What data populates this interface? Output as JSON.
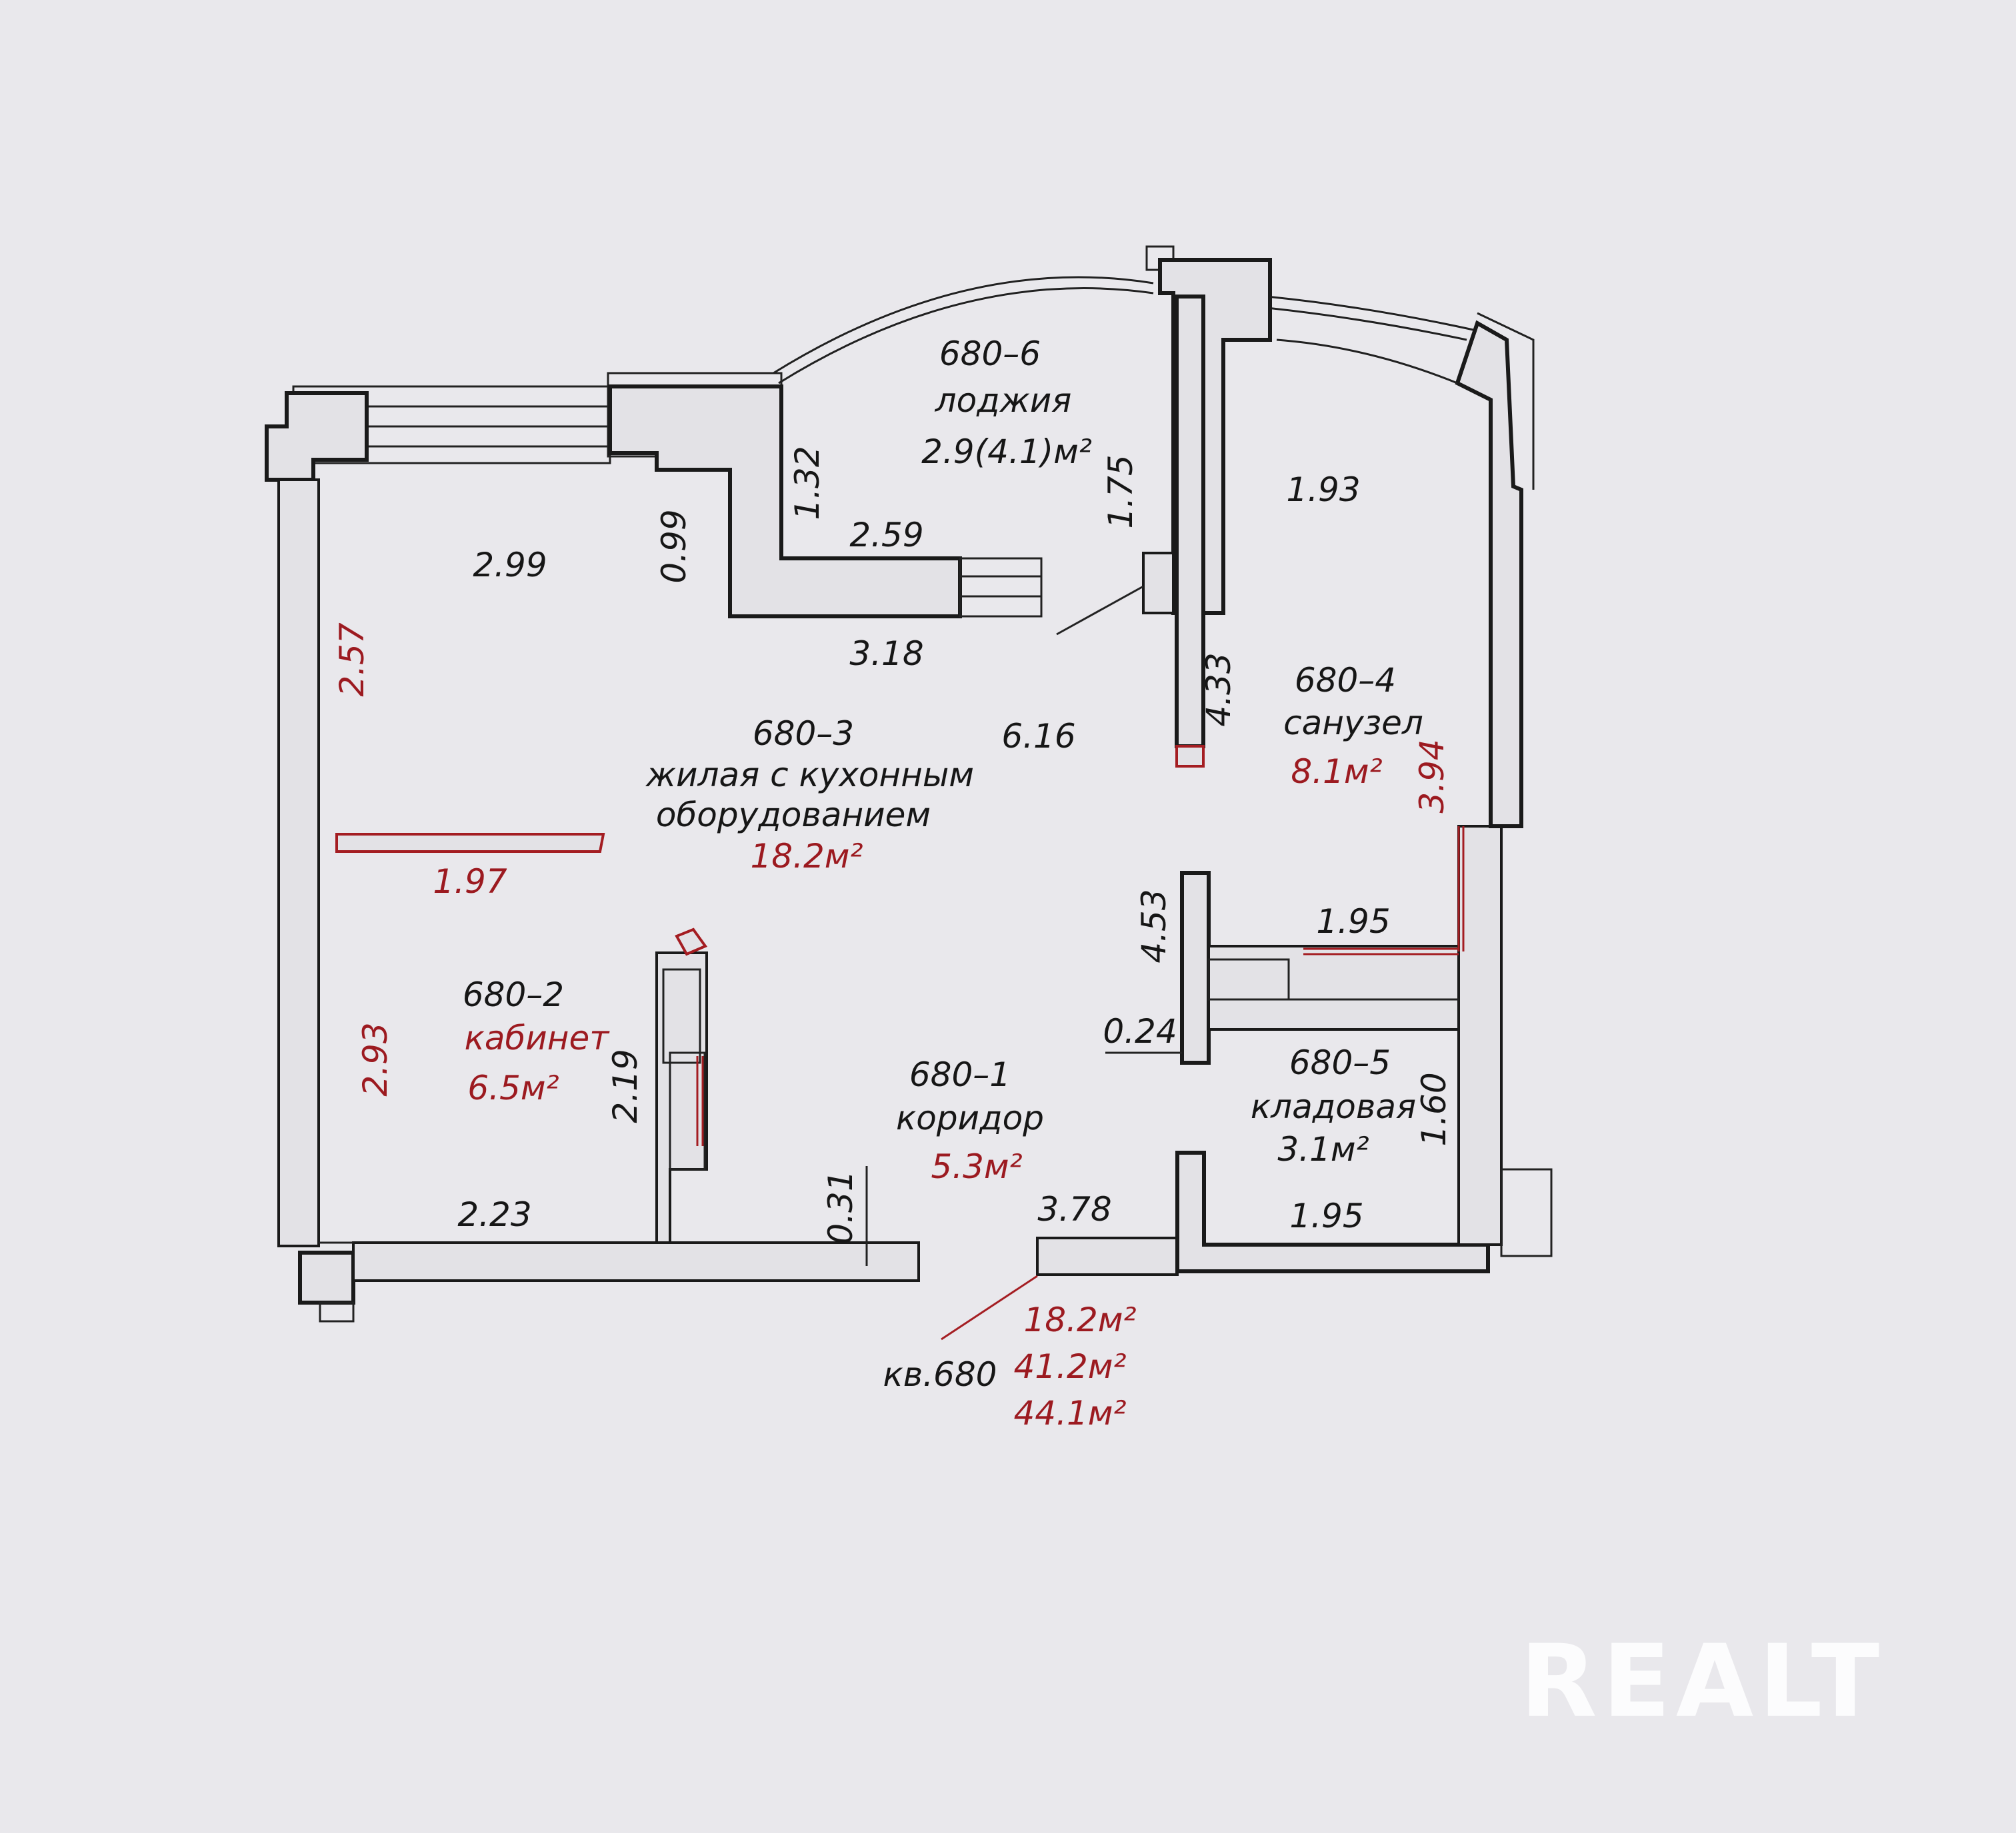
{
  "rooms": {
    "loggia": {
      "code": "680–6",
      "name": "лоджия",
      "area": "2.9(4.1)м²"
    },
    "living": {
      "code": "680–3",
      "name_line1": "жилая с кухонным",
      "name_line2": "оборудованием",
      "area": "18.2м²"
    },
    "bath": {
      "code": "680–4",
      "name": "санузел",
      "area": "8.1м²"
    },
    "study": {
      "code": "680–2",
      "name": "кабинет",
      "area": "6.5м²"
    },
    "corridor": {
      "code": "680–1",
      "name": "коридор",
      "area": "5.3м²"
    },
    "storage": {
      "code": "680–5",
      "name": "кладовая",
      "area": "3.1м²"
    }
  },
  "dimensions": {
    "d_299": "2.99",
    "d_099": "0.99",
    "d_132": "1.32",
    "d_259": "2.59",
    "d_318": "3.18",
    "d_175": "1.75",
    "d_193": "1.93",
    "d_433": "4.33",
    "d_616": "6.16",
    "d_257": "2.57",
    "d_197": "1.97",
    "d_394": "3.94",
    "d_453": "4.53",
    "d_195_top": "1.95",
    "d_024": "0.24",
    "d_293": "2.93",
    "d_219": "2.19",
    "d_160": "1.60",
    "d_223": "2.23",
    "d_031": "0.31",
    "d_378": "3.78",
    "d_195_bottom": "1.95"
  },
  "apartment": {
    "label": "кв.680",
    "living_area": "18.2м²",
    "total_area": "41.2м²",
    "total_with_loggia": "44.1м²"
  },
  "watermark": "REALT",
  "colors": {
    "paper": "#e9e8ec",
    "ink": "#1a1a1a",
    "red_ink": "#9c1a20",
    "watermark": "#ffffff"
  }
}
